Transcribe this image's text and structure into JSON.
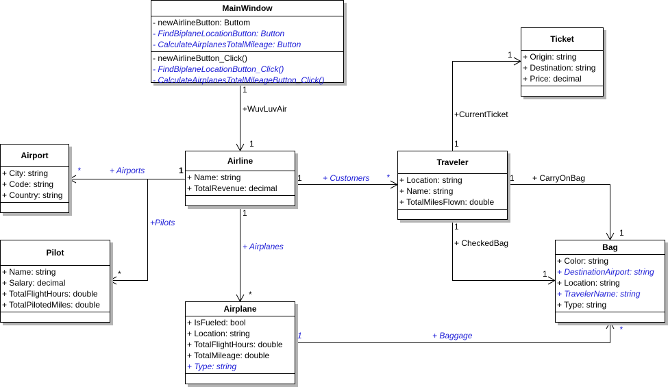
{
  "colors": {
    "line": "#000000",
    "italic_text": "#1a1ad6",
    "shadow": "#b4b4b4",
    "background": "#ffffff"
  },
  "classes": {
    "mainwindow": {
      "name": "MainWindow",
      "attributes": [
        {
          "text": "- newAirlineButton: Buttom",
          "italic": false
        },
        {
          "text": "- FindBiplaneLocationButton: Button",
          "italic": true
        },
        {
          "text": "- CalculateAirplanesTotalMileage: Button",
          "italic": true
        }
      ],
      "operations": [
        {
          "text": "- newAirlineButton_Click()",
          "italic": false
        },
        {
          "text": "- FindBiplaneLocationButton_Click()",
          "italic": true
        },
        {
          "text": "- CalculateAirplanesTotalMileageButton_Click()",
          "italic": true
        }
      ]
    },
    "ticket": {
      "name": "Ticket",
      "attributes": [
        {
          "text": "+ Origin: string",
          "italic": false
        },
        {
          "text": "+ Destination: string",
          "italic": false
        },
        {
          "text": "+ Price: decimal",
          "italic": false
        }
      ],
      "operations": []
    },
    "airport": {
      "name": "Airport",
      "attributes": [
        {
          "text": "+ City: string",
          "italic": false
        },
        {
          "text": "+ Code: string",
          "italic": false
        },
        {
          "text": "+ Country: string",
          "italic": false
        }
      ],
      "operations": []
    },
    "airline": {
      "name": "Airline",
      "attributes": [
        {
          "text": "+ Name: string",
          "italic": false
        },
        {
          "text": "+ TotalRevenue: decimal",
          "italic": false
        }
      ],
      "operations": []
    },
    "traveler": {
      "name": "Traveler",
      "attributes": [
        {
          "text": "+ Location: string",
          "italic": false
        },
        {
          "text": "+ Name: string",
          "italic": false
        },
        {
          "text": "+ TotalMilesFlown: double",
          "italic": false
        }
      ],
      "operations": []
    },
    "pilot": {
      "name": "Pilot",
      "attributes": [
        {
          "text": "+ Name: string",
          "italic": false
        },
        {
          "text": "+ Salary: decimal",
          "italic": false
        },
        {
          "text": "+ TotalFlightHours: double",
          "italic": false
        },
        {
          "text": "+ TotalPilotedMiles: double",
          "italic": false
        }
      ],
      "operations": []
    },
    "bag": {
      "name": "Bag",
      "attributes": [
        {
          "text": "+ Color: string",
          "italic": false
        },
        {
          "text": "+ DestinationAirport: string",
          "italic": true
        },
        {
          "text": "+ Location: string",
          "italic": false
        },
        {
          "text": "+ TravelerName: string",
          "italic": true
        },
        {
          "text": "+ Type: string",
          "italic": false
        }
      ],
      "operations": []
    },
    "airplane": {
      "name": "Airplane",
      "attributes": [
        {
          "text": "+ IsFueled: bool",
          "italic": false
        },
        {
          "text": "+ Location: string",
          "italic": false
        },
        {
          "text": "+ TotalFlightHours: double",
          "italic": false
        },
        {
          "text": "+ TotalMileage: double",
          "italic": false
        },
        {
          "text": "+ Type: string",
          "italic": true
        }
      ],
      "operations": []
    }
  },
  "associations": {
    "wuvluvair": {
      "from": "MainWindow",
      "to": "Airline",
      "role": "+WuvLuvAir",
      "source_mult": "1",
      "target_mult": "1"
    },
    "airports": {
      "from": "Airline",
      "to": "Airport",
      "role": "+ Airports",
      "source_mult": "1",
      "target_mult": "*"
    },
    "pilots": {
      "from": "Airline",
      "to": "Pilot",
      "role": "+Pilots",
      "target_mult": "*"
    },
    "customers": {
      "from": "Airline",
      "to": "Traveler",
      "role": "+ Customers",
      "source_mult": "1",
      "target_mult": "*"
    },
    "airplanes": {
      "from": "Airline",
      "to": "Airplane",
      "role": "+ Airplanes",
      "source_mult": "1",
      "target_mult": "*"
    },
    "currentticket": {
      "from": "Traveler",
      "to": "Ticket",
      "role": "+CurrentTicket",
      "source_mult": "1",
      "target_mult": "1"
    },
    "carryonbag": {
      "from": "Traveler",
      "to": "Bag",
      "role": "+ CarryOnBag",
      "source_mult": "1",
      "target_mult": "1"
    },
    "checkedbag": {
      "from": "Traveler",
      "to": "Bag",
      "role": "+ CheckedBag",
      "source_mult": "1",
      "target_mult": "1"
    },
    "baggage": {
      "from": "Airplane",
      "to": "Bag",
      "role": "+ Baggage",
      "source_mult": "1",
      "target_mult": "*"
    }
  }
}
